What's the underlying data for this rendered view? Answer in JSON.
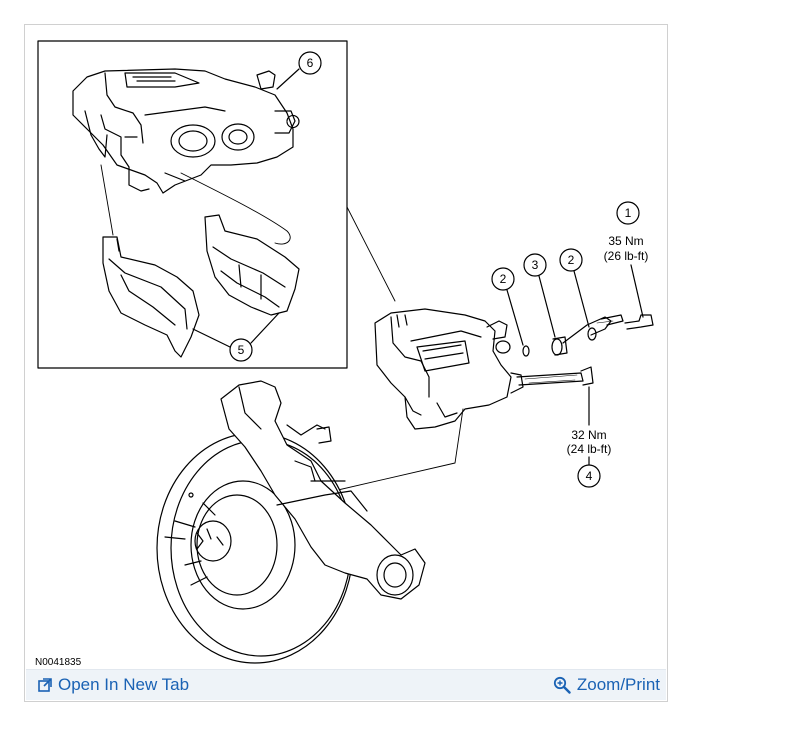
{
  "diagram": {
    "reference_id": "N0041835",
    "callouts": [
      {
        "id": "c1",
        "number": "1",
        "torque_nm": "35 Nm",
        "torque_lbft": "(26 lb-ft)"
      },
      {
        "id": "c2a",
        "number": "2"
      },
      {
        "id": "c2b",
        "number": "2"
      },
      {
        "id": "c3",
        "number": "3"
      },
      {
        "id": "c4",
        "number": "4",
        "torque_nm": "32 Nm",
        "torque_lbft": "(24 lb-ft)"
      },
      {
        "id": "c5",
        "number": "5"
      },
      {
        "id": "c6",
        "number": "6"
      }
    ]
  },
  "footer": {
    "open_tab_label": "Open In New Tab",
    "zoom_print_label": "Zoom/Print"
  },
  "colors": {
    "link": "#1a62b4",
    "footer_bg": "#eef3f8",
    "line": "#000000"
  },
  "icons": {
    "open_tab": "open-new-tab-icon",
    "zoom": "zoom-icon"
  }
}
